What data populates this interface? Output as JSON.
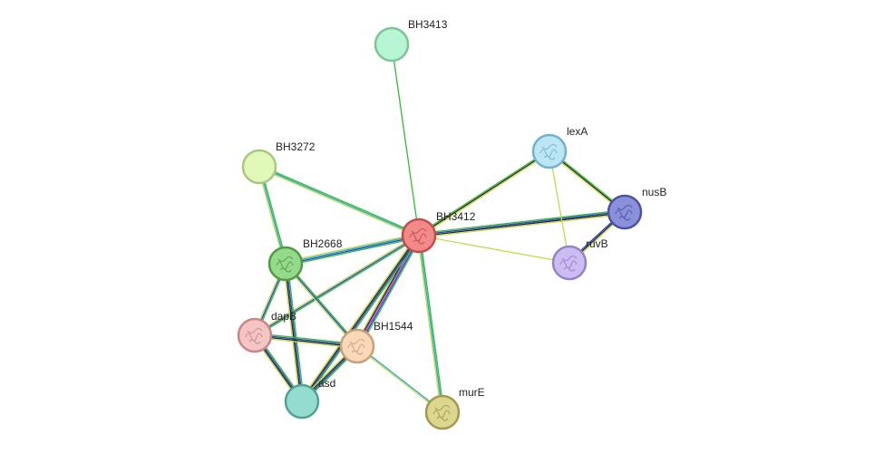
{
  "nodes": [
    {
      "id": "BH3413",
      "label": "BH3413",
      "color": "#b8f5d2",
      "stroke": "#7cc49c",
      "structure": false
    },
    {
      "id": "BH3272",
      "label": "BH3272",
      "color": "#e2f8b8",
      "stroke": "#a9c77e",
      "structure": false
    },
    {
      "id": "BH3412",
      "label": "BH3412",
      "color": "#f28a8a",
      "stroke": "#c44b4b",
      "structure": true
    },
    {
      "id": "lexA",
      "label": "lexA",
      "color": "#bde6f5",
      "stroke": "#6fb2cf",
      "structure": true
    },
    {
      "id": "nusB",
      "label": "nusB",
      "color": "#8a90dc",
      "stroke": "#4c529c",
      "structure": true
    },
    {
      "id": "ruvB",
      "label": "ruvB",
      "color": "#cdbcf2",
      "stroke": "#9583c7",
      "structure": true
    },
    {
      "id": "BH2668",
      "label": "BH2668",
      "color": "#95d98a",
      "stroke": "#4f9c45",
      "structure": true
    },
    {
      "id": "dapB",
      "label": "dapB",
      "color": "#f5c4c4",
      "stroke": "#c98787",
      "structure": true
    },
    {
      "id": "BH1544",
      "label": "BH1544",
      "color": "#fad8b8",
      "stroke": "#c9a079",
      "structure": true
    },
    {
      "id": "asd",
      "label": "asd",
      "color": "#94dccf",
      "stroke": "#4fa392",
      "structure": false
    },
    {
      "id": "murE",
      "label": "murE",
      "color": "#dcd68e",
      "stroke": "#a09a4c",
      "structure": true
    }
  ],
  "edges": [
    {
      "source": "BH3413",
      "target": "BH3412",
      "colors": [
        "#33bb33"
      ]
    },
    {
      "source": "BH3272",
      "target": "BH3412",
      "colors": [
        "#33bb33",
        "#22a8c8",
        "#c8d84a"
      ]
    },
    {
      "source": "BH3272",
      "target": "BH2668",
      "colors": [
        "#33bb33",
        "#22a8c8",
        "#c8d84a"
      ]
    },
    {
      "source": "BH3412",
      "target": "lexA",
      "colors": [
        "#33bb33",
        "#222222",
        "#c8d84a"
      ]
    },
    {
      "source": "BH3412",
      "target": "nusB",
      "colors": [
        "#33bb33",
        "#2244cc",
        "#222222",
        "#c8d84a"
      ]
    },
    {
      "source": "BH3412",
      "target": "ruvB",
      "colors": [
        "#c8d84a"
      ]
    },
    {
      "source": "lexA",
      "target": "nusB",
      "colors": [
        "#33bb33",
        "#222222",
        "#c8d84a"
      ]
    },
    {
      "source": "lexA",
      "target": "ruvB",
      "colors": [
        "#c8d84a"
      ]
    },
    {
      "source": "ruvB",
      "target": "nusB",
      "colors": [
        "#2244cc",
        "#222222",
        "#c8d84a"
      ]
    },
    {
      "source": "BH3412",
      "target": "BH2668",
      "colors": [
        "#33bb33",
        "#2244cc",
        "#22a8c8",
        "#c8d84a"
      ]
    },
    {
      "source": "BH3412",
      "target": "dapB",
      "colors": [
        "#33bb33",
        "#2244cc",
        "#c8d84a"
      ]
    },
    {
      "source": "BH3412",
      "target": "BH1544",
      "colors": [
        "#33bb33",
        "#2244cc",
        "#cc44cc",
        "#222222",
        "#c8d84a"
      ]
    },
    {
      "source": "BH3412",
      "target": "asd",
      "colors": [
        "#33bb33",
        "#2244cc",
        "#222222",
        "#c8d84a"
      ]
    },
    {
      "source": "BH3412",
      "target": "murE",
      "colors": [
        "#33bb33",
        "#22a8c8",
        "#c8d84a"
      ]
    },
    {
      "source": "BH2668",
      "target": "dapB",
      "colors": [
        "#33bb33",
        "#2244cc",
        "#c8d84a"
      ]
    },
    {
      "source": "BH2668",
      "target": "BH1544",
      "colors": [
        "#33bb33",
        "#2244cc",
        "#c8d84a"
      ]
    },
    {
      "source": "BH2668",
      "target": "asd",
      "colors": [
        "#33bb33",
        "#2244cc",
        "#222222",
        "#c8d84a"
      ]
    },
    {
      "source": "dapB",
      "target": "BH1544",
      "colors": [
        "#33bb33",
        "#2244cc",
        "#222222",
        "#c8d84a"
      ]
    },
    {
      "source": "dapB",
      "target": "asd",
      "colors": [
        "#33bb33",
        "#2244cc",
        "#222222",
        "#c8d84a"
      ]
    },
    {
      "source": "BH1544",
      "target": "asd",
      "colors": [
        "#33bb33",
        "#2244cc",
        "#222222",
        "#c8d84a"
      ]
    },
    {
      "source": "BH1544",
      "target": "murE",
      "colors": [
        "#22a8c8",
        "#c8d84a"
      ]
    }
  ]
}
